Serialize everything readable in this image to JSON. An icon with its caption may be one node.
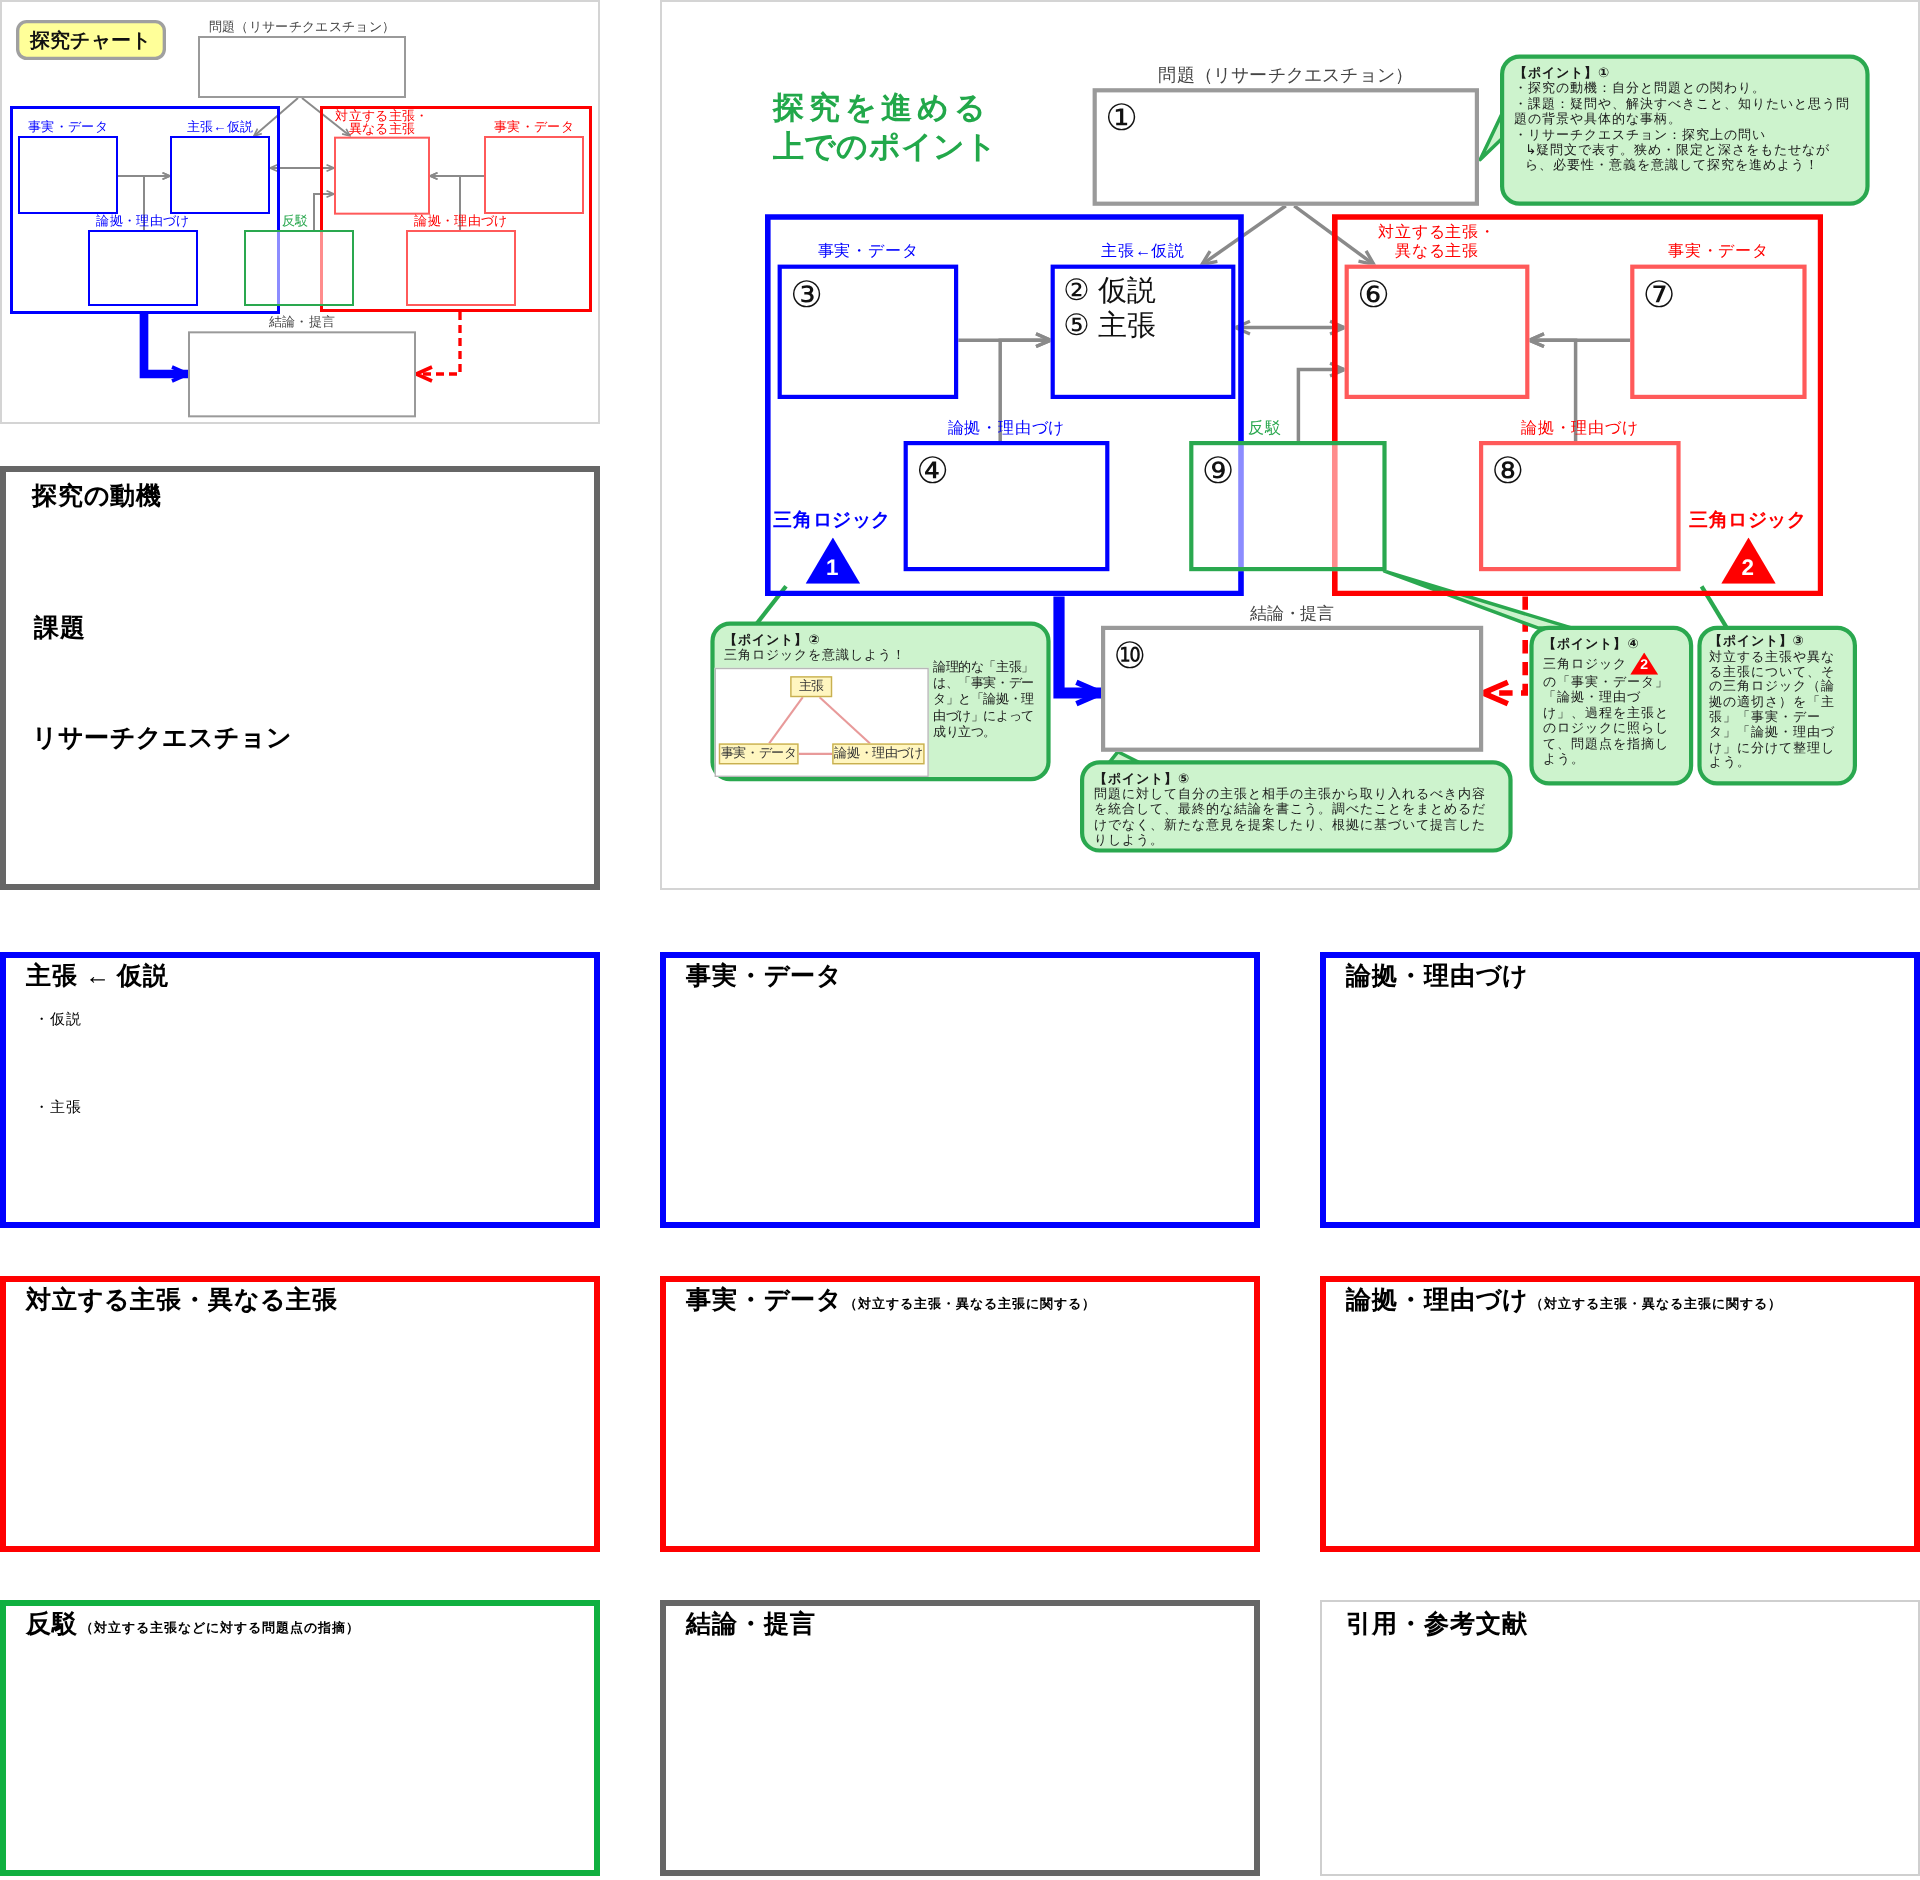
{
  "diagram": {
    "nodes": [
      {
        "text": [],
        "shape": "box"
      },
      {
        "text": [
          "探究チャート"
        ],
        "in": 0
      },
      {
        "text": [
          "問題（リサーチクエスチョン）"
        ],
        "in": 0
      },
      {
        "text": [],
        "shape": "box",
        "in": 0
      },
      {
        "text": [
          "事実・データ"
        ],
        "in": 3
      },
      {
        "text": [
          "主張←仮説"
        ],
        "in": 3
      },
      {
        "text": [
          "論拠・理由づけ"
        ],
        "in": 3
      },
      {
        "text": [],
        "shape": "box",
        "in": 0
      },
      {
        "text": [
          "対立する主張・異なる主張"
        ],
        "in": 7
      },
      {
        "text": [
          "事実・データ"
        ],
        "in": 7
      },
      {
        "text": [
          "論拠・理由づけ"
        ],
        "in": 7
      },
      {
        "text": [
          "反駁"
        ],
        "in": 0
      },
      {
        "text": [
          "結論・提言"
        ],
        "in": 0
      },
      {
        "text": [],
        "shape": "box"
      },
      {
        "text": [
          "問題（リサーチクエスチョン）",
          "①"
        ],
        "in": 13
      },
      {
        "text": [],
        "shape": "box",
        "in": 13
      },
      {
        "text": [
          "事実・データ",
          "③"
        ],
        "in": 15
      },
      {
        "text": [
          "主張←仮説",
          "② 仮説",
          "⑤ 主張"
        ],
        "in": 15
      },
      {
        "text": [
          "論拠・理由づけ",
          "④"
        ],
        "in": 15
      },
      {
        "text": [
          "1"
        ],
        "beside": [
          "三角ロジック"
        ],
        "in": 15
      },
      {
        "text": [],
        "shape": "box",
        "in": 13
      },
      {
        "text": [
          "対立する主張・異なる主張",
          "⑥"
        ],
        "in": 20
      },
      {
        "text": [
          "事実・データ",
          "⑦"
        ],
        "in": 20
      },
      {
        "text": [
          "論拠・理由づけ",
          "⑧"
        ],
        "in": 20
      },
      {
        "text": [
          "2"
        ],
        "beside": [
          "三角ロジック"
        ],
        "in": 20
      },
      {
        "text": [
          "反駁",
          "⑨"
        ],
        "in": 13
      },
      {
        "text": [
          "結論・提言",
          "⑩"
        ],
        "in": 13
      },
      {
        "text": [
          "【ポイント】①",
          "・探究の動機：自分と問題との関わり。",
          "・課題：疑問や、解決すべきこと、知りたいと思う問題の背景や具体的な事柄。",
          "・リサーチクエスチョン：探究上の問い",
          "↳疑問文で表す。狭め・限定と深さをもたせながら、必要性・意義を意識して探究を進めよう！"
        ],
        "in": 13
      },
      {
        "text": [
          "【ポイント】②",
          "三角ロジックを意識しよう！",
          "論理的な「主張」は、「事実・データ」と「論拠・理由づけ」によって成り立つ。"
        ],
        "in": 13
      },
      {
        "text": [
          "主張"
        ],
        "in": 28
      },
      {
        "text": [
          "事実・データ"
        ],
        "in": 28
      },
      {
        "text": [
          "論拠・理由づけ"
        ],
        "in": 28
      },
      {
        "text": [
          "【ポイント】④",
          "三角ロジック",
          "2",
          "の「事実・データ」「論拠・理由づけ」、過程を主張とのロジックに照らして、問題点を指摘しよう。"
        ],
        "in": 13
      },
      {
        "text": [
          "【ポイント】③",
          "対立する主張や異なる主張について、その三角ロジック（論拠の適切さ）を「主張」「事実・データ」「論拠・理由づけ」に分けて整理しよう。"
        ],
        "in": 13
      },
      {
        "text": [
          "【ポイント】⑤",
          "問題に対して自分の主張と相手の主張から取り入れるべき内容を統合して、最終的な結論を書こう。調べたことをまとめるだけでなく、新たな意見を提案したり、根拠に基づいて提言したりしよう。"
        ],
        "in": 13
      },
      {
        "text": [
          "探究の動機",
          "課題",
          "リサーチクエスチョン"
        ]
      },
      {
        "text": [
          "主張 ← 仮説",
          "・仮説",
          "・主張"
        ]
      },
      {
        "text": [
          "事実・データ"
        ]
      },
      {
        "text": [
          "論拠・理由づけ"
        ]
      },
      {
        "text": [
          "対立する主張・異なる主張"
        ]
      },
      {
        "text": [
          "事実・データ",
          "（対立する主張・異なる主張に関する）"
        ]
      },
      {
        "text": [
          "論拠・理由づけ",
          "（対立する主張・異なる主張に関する）"
        ]
      },
      {
        "text": [
          "反駁",
          "（対立する主張などに対する問題点の指摘）"
        ]
      },
      {
        "text": [
          "結論・提言"
        ]
      },
      {
        "text": [
          "引用・参考文献"
        ]
      }
    ],
    "edges": [
      {
        "from": 2,
        "to": 5,
        "arrow": "to"
      },
      {
        "from": 2,
        "to": 8,
        "arrow": "to"
      },
      {
        "from": 4,
        "to": 5,
        "arrow": "to"
      },
      {
        "from": 6,
        "to": 5,
        "arrow": "to"
      },
      {
        "from": 5,
        "to": 8,
        "arrow": "both"
      },
      {
        "from": 11,
        "to": 8,
        "arrow": "to"
      },
      {
        "from": 9,
        "to": 8,
        "arrow": "to"
      },
      {
        "from": 10,
        "to": 8,
        "arrow": "to"
      },
      {
        "from": 3,
        "to": 12,
        "arrow": "to",
        "style": "thick",
        "color": "#0000ff"
      },
      {
        "from": 7,
        "to": 12,
        "arrow": "to",
        "style": "dashed",
        "color": "#ff0000"
      },
      {
        "from": 14,
        "to": 17,
        "arrow": "to"
      },
      {
        "from": 14,
        "to": 21,
        "arrow": "to"
      },
      {
        "from": 16,
        "to": 17,
        "arrow": "to"
      },
      {
        "from": 18,
        "to": 17,
        "arrow": "to"
      },
      {
        "from": 17,
        "to": 21,
        "arrow": "both"
      },
      {
        "from": 25,
        "to": 21,
        "arrow": "to"
      },
      {
        "from": 22,
        "to": 21,
        "arrow": "to"
      },
      {
        "from": 23,
        "to": 21,
        "arrow": "to"
      },
      {
        "from": 15,
        "to": 26,
        "arrow": "to",
        "style": "thick",
        "color": "#0000ff"
      },
      {
        "from": 20,
        "to": 26,
        "arrow": "to",
        "style": "dashed",
        "color": "#ff0000"
      },
      {
        "from": 27,
        "to": 14,
        "arrow": "none",
        "color": "#2aa84f"
      },
      {
        "from": 28,
        "to": 19,
        "arrow": "none",
        "color": "#2aa84f"
      },
      {
        "from": 29,
        "to": 30,
        "arrow": "none",
        "color": "#e89a9a"
      },
      {
        "from": 29,
        "to": 31,
        "arrow": "none",
        "color": "#e89a9a"
      },
      {
        "from": 30,
        "to": 31,
        "arrow": "none",
        "color": "#e89a9a"
      },
      {
        "from": 32,
        "to": 25,
        "arrow": "none",
        "color": "#2aa84f"
      },
      {
        "from": 33,
        "to": 24,
        "arrow": "none",
        "color": "#2aa84f"
      },
      {
        "from": 34,
        "to": 26,
        "arrow": "none",
        "color": "#2aa84f"
      }
    ],
    "labels": [
      "探究を進める上でのポイント"
    ]
  }
}
